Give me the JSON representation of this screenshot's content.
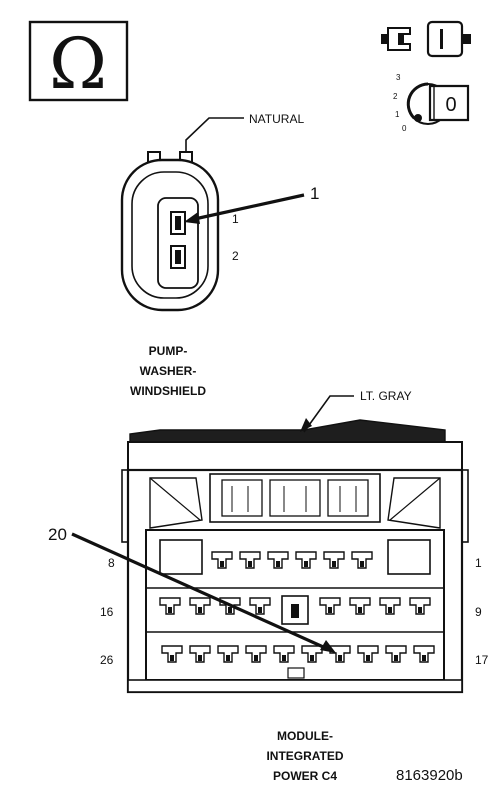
{
  "ohm_symbol": "Ω",
  "key_position_numbers": [
    "3",
    "2",
    "1",
    "0"
  ],
  "key_face_label": "0",
  "top_connector": {
    "color_label": "NATURAL",
    "callout_number": "1",
    "pin_labels": [
      "1",
      "2"
    ],
    "name_lines": [
      "PUMP-",
      "WASHER-",
      "WINDSHIELD"
    ]
  },
  "bottom_connector": {
    "color_label": "LT. GRAY",
    "callout_number": "20",
    "left_pin_labels": [
      "8",
      "16",
      "26"
    ],
    "right_pin_labels": [
      "1",
      "9",
      "17"
    ],
    "name_lines": [
      "MODULE-",
      "INTEGRATED",
      "POWER C4"
    ]
  },
  "figure_id": "8163920b",
  "colors": {
    "line": "#111111",
    "fill_dark": "#3a3a3a",
    "background": "#ffffff"
  },
  "icons": [
    "ohm-icon",
    "connector-plug-icon",
    "ignition-key-icon"
  ]
}
